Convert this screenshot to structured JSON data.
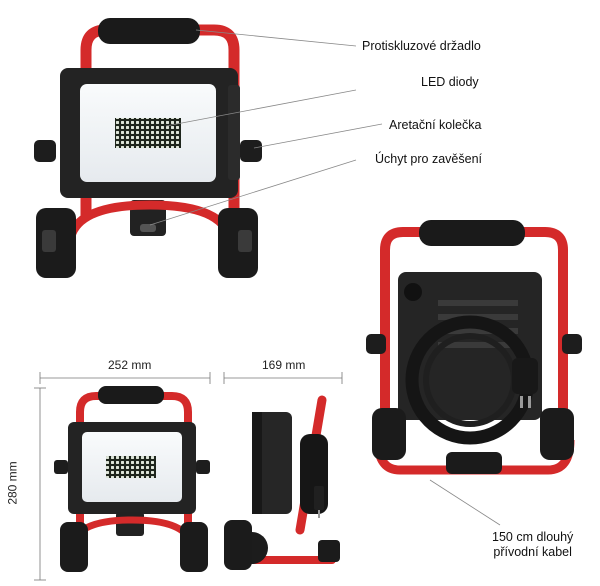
{
  "callouts": {
    "handle": "Protiskluzové držadlo",
    "led": "LED diody",
    "knob": "Aretační kolečka",
    "hook": "Úchyt pro zavěšení",
    "cable_line1": "150 cm dlouhý",
    "cable_line2": "přívodní kabel"
  },
  "dimensions": {
    "width": "252 mm",
    "depth": "169 mm",
    "height": "280 mm"
  },
  "colors": {
    "frame_red": "#d42a2a",
    "body_black": "#1c1c1c",
    "panel_white": "#f4f6f8",
    "led_green": "#2f3a2c"
  }
}
